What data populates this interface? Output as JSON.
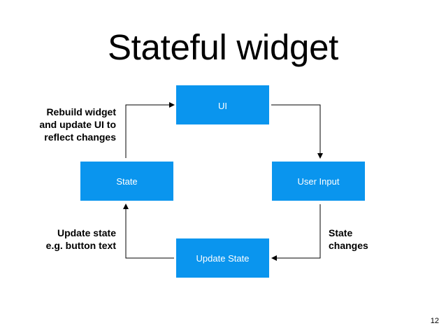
{
  "title": "Stateful widget",
  "nodes": {
    "ui": "UI",
    "state": "State",
    "user_input": "User Input",
    "update_state": "Update State"
  },
  "notes": {
    "rebuild": [
      "Rebuild widget",
      "and update UI to",
      "reflect changes"
    ],
    "update_state": [
      "Update state",
      "e.g. button text"
    ],
    "state_changes": [
      "State",
      "changes"
    ]
  },
  "page_number": "12",
  "colors": {
    "node_fill": "#0a95ee",
    "node_text": "#ffffff",
    "connector": "#000000"
  }
}
